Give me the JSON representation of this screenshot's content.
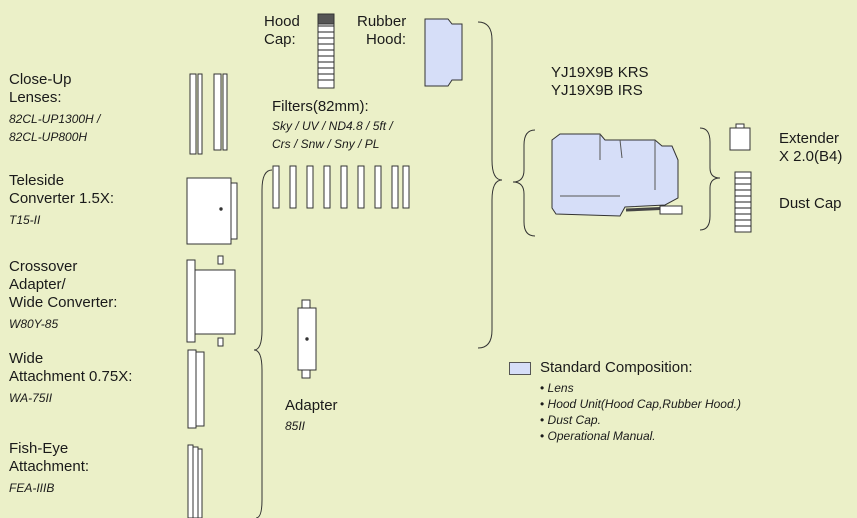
{
  "hood_cap": {
    "label1": "Hood",
    "label2": "Cap:"
  },
  "rubber_hood": {
    "label1": "Rubber",
    "label2": "Hood:"
  },
  "model": {
    "line1": "YJ19X9B KRS",
    "line2": "YJ19X9B IRS"
  },
  "filters": {
    "title": "Filters(82mm):",
    "line1": "Sky / UV / ND4.8 / 5ft /",
    "line2": "Crs / Snw / Sny / PL"
  },
  "close_up": {
    "line1": "Close-Up",
    "line2": "Lenses:",
    "model1": "82CL-UP1300H /",
    "model2": "82CL-UP800H"
  },
  "teleside": {
    "line1": "Teleside",
    "line2": "Converter 1.5X:",
    "model": "T15-II"
  },
  "crossover": {
    "line1": "Crossover",
    "line2": "Adapter/",
    "line3": "Wide Converter:",
    "model": "W80Y-85"
  },
  "wide": {
    "line1": "Wide",
    "line2": "Attachment 0.75X:",
    "model": "WA-75II"
  },
  "fisheye": {
    "line1": "Fish-Eye",
    "line2": "Attachment:",
    "model": "FEA-IIIB"
  },
  "adapter": {
    "label": "Adapter",
    "model": "85II"
  },
  "extender": {
    "line1": "Extender",
    "line2": "X 2.0(B4)"
  },
  "dust_cap": {
    "label": "Dust Cap"
  },
  "legend": {
    "title": "Standard Composition:",
    "items": [
      "Lens",
      "Hood Unit(Hood Cap,Rubber Hood.)",
      "Dust Cap.",
      "Operational Manual."
    ]
  },
  "colors": {
    "background": "#ebf0c8",
    "standard_fill": "#d6def8",
    "line": "#333333"
  }
}
